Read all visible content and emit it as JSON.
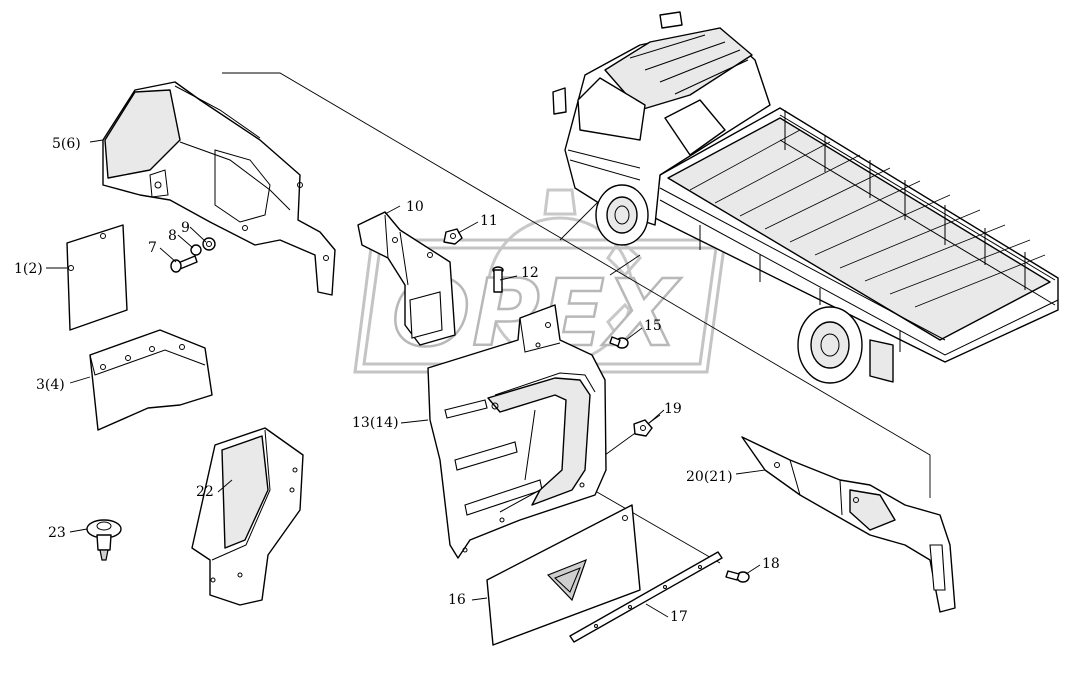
{
  "watermark": {
    "text": "OPEX"
  },
  "callouts": [
    {
      "id": "c1",
      "text": "1(2)"
    },
    {
      "id": "c3",
      "text": "3(4)"
    },
    {
      "id": "c5",
      "text": "5(6)"
    },
    {
      "id": "c7",
      "text": "7"
    },
    {
      "id": "c8",
      "text": "8"
    },
    {
      "id": "c9",
      "text": "9"
    },
    {
      "id": "c10",
      "text": "10"
    },
    {
      "id": "c11",
      "text": "11"
    },
    {
      "id": "c12",
      "text": "12"
    },
    {
      "id": "c13",
      "text": "13(14)"
    },
    {
      "id": "c15",
      "text": "15"
    },
    {
      "id": "c16",
      "text": "16"
    },
    {
      "id": "c17",
      "text": "17"
    },
    {
      "id": "c18",
      "text": "18"
    },
    {
      "id": "c19",
      "text": "19"
    },
    {
      "id": "c20",
      "text": "20(21)"
    },
    {
      "id": "c22",
      "text": "22"
    },
    {
      "id": "c23",
      "text": "23"
    }
  ]
}
